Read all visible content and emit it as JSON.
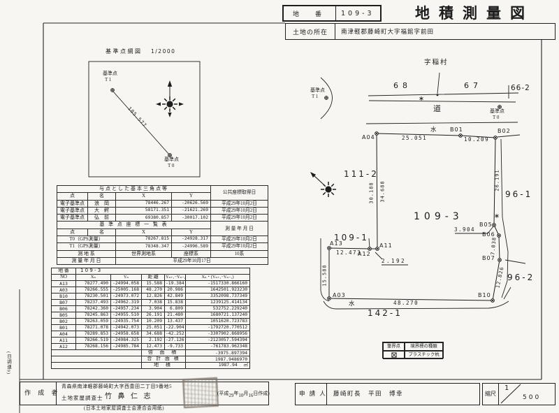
{
  "page": {
    "margin_note": "(日調連9)",
    "paper_note": "(日本土地家屋調査士会連合会用紙)"
  },
  "header": {
    "parcel_label": "地　番",
    "parcel_number": "109-3",
    "title": "地積測量図",
    "location_label": "土地の所在",
    "location": "南津軽郡藤崎町大字福館字前田"
  },
  "network": {
    "title": "基準点網図",
    "scale": "1/2000",
    "t1_label": "基準点",
    "t1_name": "T 1",
    "t0_label": "基準点",
    "t0_name": "T 0",
    "distance": "105.577"
  },
  "tri_table": {
    "title": "与点とした基本三角点等",
    "h_point": "点",
    "h_name": "名",
    "h_x": "X",
    "h_y": "Y",
    "h_date": "公共座標取得日",
    "rows": [
      {
        "type": "電子基準点",
        "name": "浪　岡",
        "x": "78446.267",
        "y": "-20626.569",
        "date": "平成29年10月2日"
      },
      {
        "type": "電子基準点",
        "name": "大　鰐",
        "x": "58171.351",
        "y": "-21621.269",
        "date": "平成29年10月2日"
      },
      {
        "type": "電子基準点",
        "name": "弘　前",
        "x": "69380.857",
        "y": "-30017.102",
        "date": "平成29年10月2日"
      }
    ],
    "subtitle": "基 準 点 座 標 一 覧 表",
    "h_survey_date": "測 量 年 月 日",
    "base_rows": [
      {
        "name": "T0（GPS測量）",
        "x": "78267.815",
        "y": "-24928.317",
        "date": "平成29年10月2日"
      },
      {
        "name": "T1（GPS測量）",
        "x": "78348.347",
        "y": "-24996.589",
        "date": "平成29年10月2日"
      }
    ],
    "datum_label": "測 地 系",
    "datum": "世界測地系",
    "cs_label": "座標系",
    "cs": "10系",
    "date_label": "測 量 年 月 日",
    "date": "平成29年10月17日"
  },
  "coord_table": {
    "parcel_label": "地 番",
    "parcel_number": "1 0 9 - 3",
    "headers": [
      "NO",
      "Xₙ",
      "Yₙ",
      "距 離",
      "Yₙ₊₁−Yₙ₋₁",
      "Xₙ・(Yₙ₊₁−Yₙ₋₁)"
    ],
    "rows": [
      [
        "A13",
        "78277.490",
        "-24994.058",
        "15.588",
        "-19.384",
        "-1517330.866160"
      ],
      [
        "A03",
        "78266.555",
        "-25005.168",
        "48.270",
        "20.986",
        "1642501.923230"
      ],
      [
        "B10",
        "78230.501",
        "-24973.072",
        "12.826",
        "42.849",
        "3352098.737349"
      ],
      [
        "B07",
        "78237.493",
        "-24962.319",
        "7.038",
        "15.838",
        "1239125.414134"
      ],
      [
        "B06",
        "78242.360",
        "-24957.234",
        "3.904",
        "6.809",
        "532752.229240"
      ],
      [
        "B05",
        "78245.863",
        "-24955.510",
        "26.191",
        "21.480",
        "1680721.137240"
      ],
      [
        "B02",
        "78263.059",
        "-24935.754",
        "10.209",
        "13.437",
        "1051620.723783"
      ],
      [
        "B01",
        "78271.078",
        "-24942.073",
        "25.051",
        "-22.904",
        "-1792720.770512"
      ],
      [
        "A04",
        "78289.853",
        "-24958.658",
        "34.688",
        "-42.252",
        "-3307902.868956"
      ],
      [
        "A11",
        "78266.519",
        "-24984.325",
        "2.192",
        "-27.126",
        "-2123057.594394"
      ],
      [
        "A12",
        "78268.156",
        "-24985.784",
        "12.473",
        "-9.733",
        "-761783.962348"
      ]
    ],
    "double_area_label": "倍 面 積",
    "double_area": "-3975.897394",
    "total_area_label": "合 計 面 積",
    "total_area": "1987.9486970",
    "area_label": "地 積",
    "area": "1987.94",
    "area_unit": "㎡"
  },
  "plot": {
    "aza": "字稲村",
    "road": "道",
    "water": "水",
    "p68": "68",
    "p67": "67",
    "p66_2": "66-2",
    "p111_2": "111-2",
    "p109_3": "109-3",
    "p109_1": "109-1",
    "p96_1": "96-1",
    "p96_2": "96-2",
    "p142_1": "142-1",
    "a04": "A04",
    "b01": "B01",
    "b02": "B02",
    "b05": "B05",
    "b06": "B06",
    "b07": "B07",
    "b10": "B10",
    "a03": "A03",
    "a13": "A13",
    "a12": "A12",
    "a11": "A11",
    "d_25_051": "25.051",
    "d_10_209": "10.209",
    "d_26_191": "26.191",
    "d_3_904": "3.904",
    "d_7_038": "7.038",
    "d_12_826": "12.826",
    "d_48_270": "48.270",
    "d_15_588": "15.588",
    "d_12_473": "12.473",
    "d_2_192": "2.192",
    "d_30_188": "30.188",
    "d_34_688": "34.688",
    "t1_label": "基準点",
    "t1_name": "T 1",
    "t0_label": "基準点",
    "t0_name": "T 0"
  },
  "legend": {
    "h_point": "筆界点",
    "h_type": "境界標の種類",
    "type_value": "プラスチック杭"
  },
  "author": {
    "label": "作 成 者",
    "address": "青森県南津軽郡藤崎町大字西豊田二丁目9番地5",
    "role": "土地家屋調査士",
    "name": "竹 鼻 仁 志",
    "date_pre": "(平成",
    "date_y": "29",
    "date_y_unit": "年",
    "date_m": "10",
    "date_m_unit": "月",
    "date_d": "16",
    "date_d_unit": "日作成)"
  },
  "applicant": {
    "label": "申 請 人",
    "name": "藤崎町長　平田　博幸"
  },
  "scale": {
    "label": "縮尺",
    "num": "1",
    "den": "500"
  }
}
